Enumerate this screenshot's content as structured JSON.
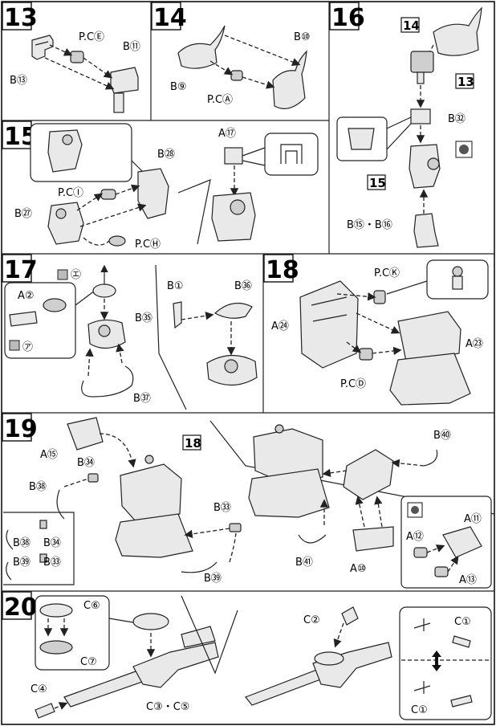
{
  "steps": {
    "s13": {
      "num": "13",
      "labels": {
        "pce": "P.CⒺ",
        "b11": "B⑪",
        "b13": "B⑬"
      }
    },
    "s14": {
      "num": "14",
      "labels": {
        "b10": "B⑩",
        "b9": "B⑨",
        "pca": "P.CⒶ"
      }
    },
    "s15": {
      "num": "15",
      "labels": {
        "b28": "B㉘",
        "pci": "P.CⒾ",
        "b27": "B㉗",
        "pch": "P.CⒽ",
        "a17": "A⑰"
      }
    },
    "s16": {
      "num": "16",
      "labels": {
        "box14": "14",
        "box13": "13",
        "b32": "B㉜",
        "box15": "15",
        "b15b16": "B⑮・B⑯"
      }
    },
    "s17": {
      "num": "17",
      "labels": {
        "a2": "A②",
        "ue": "㋓",
        "ua": "㋐",
        "b35": "B㉟",
        "b37": "B㊲",
        "b1": "B①",
        "b36": "B㊱"
      }
    },
    "s18": {
      "num": "18",
      "labels": {
        "pck": "P.CⓀ",
        "a24": "A㉔",
        "a23": "A㉓",
        "pcd": "P.CⒹ"
      }
    },
    "s19": {
      "num": "19",
      "labels": {
        "a15": "A⑮",
        "b34": "B㉞",
        "box18": "18",
        "b38": "B㊳",
        "b33": "B㉝",
        "b39": "B㊴",
        "b40": "B㊵",
        "b41": "B㊶",
        "a10": "A⑩",
        "a11": "A⑪",
        "a12": "A⑫",
        "a13": "A⑬",
        "k_b38": "B㊳",
        "k_b34": "B㉞",
        "k_b39": "B㊴",
        "k_b33": "B㉝"
      }
    },
    "s20": {
      "num": "20",
      "labels": {
        "c6": "C⑥",
        "c7": "C⑦",
        "c4": "C④",
        "c3c5": "C③・C⑤",
        "c2": "C②",
        "c1a": "C①",
        "c1b": "C①"
      }
    }
  }
}
